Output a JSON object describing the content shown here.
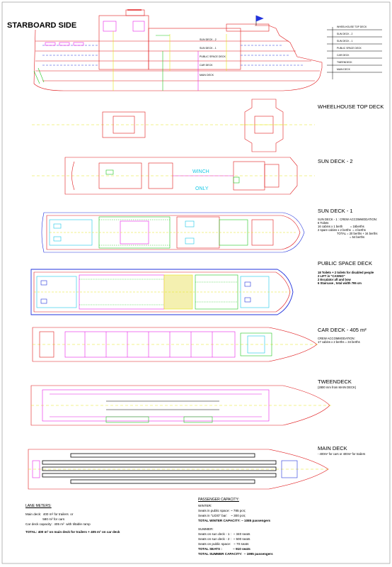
{
  "title": "STARBOARD SIDE",
  "decks": [
    {
      "id": "wheelhouse",
      "label": "WHEELHOUSE TOP DECK",
      "notes": []
    },
    {
      "id": "sun2",
      "label": "SUN DECK - 2",
      "notes": []
    },
    {
      "id": "sun1",
      "label": "SUN DECK - 1",
      "notes": [
        "SUN DECK - 1 : CREW ACCOMMODATION:",
        "6 Toilets",
        "16 cabins x 1 berth         = 16berths",
        "2 spare cabins x 2 berths  = 4 berths",
        "TOTAL = 20 berths + 34 berths",
        "= 54 berths"
      ]
    },
    {
      "id": "public",
      "label": "PUBLIC SPACE DECK",
      "notes": [
        "18 Toilets + 2 toilets for disabled people",
        "2 LIFT in \"CASINO\"",
        "2 Escalator aft and bow",
        "6 Staircase , total width 795 cm"
      ]
    },
    {
      "id": "car",
      "label": "CAR DECK - 405 m²",
      "notes": [
        "CREW ACCOMMODATION:",
        "17 cabins x 2 berths = 34 berths"
      ]
    },
    {
      "id": "tween",
      "label": "TWEENDECK",
      "notes": [
        "(2800 mm from MAIN DECK)"
      ]
    },
    {
      "id": "main",
      "label": "MAIN DECK",
      "notes": [
        "- 400m² for cars or 400m² for trailers"
      ]
    }
  ],
  "lane_meters": {
    "heading": "LANE METERS:",
    "lines": [
      "Main deck:  400 m² for trailers  or",
      "                   580 m² for cars",
      "Car deck capacity:  405 m²  with tiltable ramp"
    ],
    "total": "TOTAL: 400 m² on main deck for trailers + 405 m² on car deck"
  },
  "passenger_capacity": {
    "heading": "PASSENGER CAPACITY:",
    "winter_heading": "WINTER:",
    "winter_lines": [
      "Seats in public space: ~ 785 pcs;",
      "Seats in \"LIDO\" bar:    ~ 300 pcs;"
    ],
    "winter_total": "TOTAL WINTER CAPACITY: ~ 1085 passengers",
    "summer_heading": "SUMMER:",
    "summer_lines": [
      "Seats on sun deck - 1 :  ~ 340 seats",
      "Seats on sun deck - 2 :  ~ 500 seats",
      "Seats on public space:   ~ 70 seats",
      "TOTAL SEATS :            ~ 910 seats"
    ],
    "summer_total": "TOTAL SUMMER CAPACITY:  ~ 1995 passengers"
  },
  "profile_labels": [
    "SUN DECK - 2",
    "SUN DECK - 1",
    "PUBLIC SPACE DECK",
    "CAR DECK",
    "MAIN DECK"
  ],
  "elevation_legend": [
    "WHEELHOUSE TOP DECK",
    "SUN DECK - 2",
    "SUN DECK - 1",
    "PUBLIC SPACE DECK",
    "CAR DECK",
    "TWEENDECK",
    "MAIN DECK"
  ],
  "winch_text": [
    "WINCH",
    "ONLY"
  ],
  "colors": {
    "red": "#e0191c",
    "magenta": "#e61ee6",
    "yellow": "#e6e61a",
    "green": "#1ec81e",
    "cyan": "#18c8e6",
    "blue": "#2233dd",
    "black": "#000000"
  }
}
